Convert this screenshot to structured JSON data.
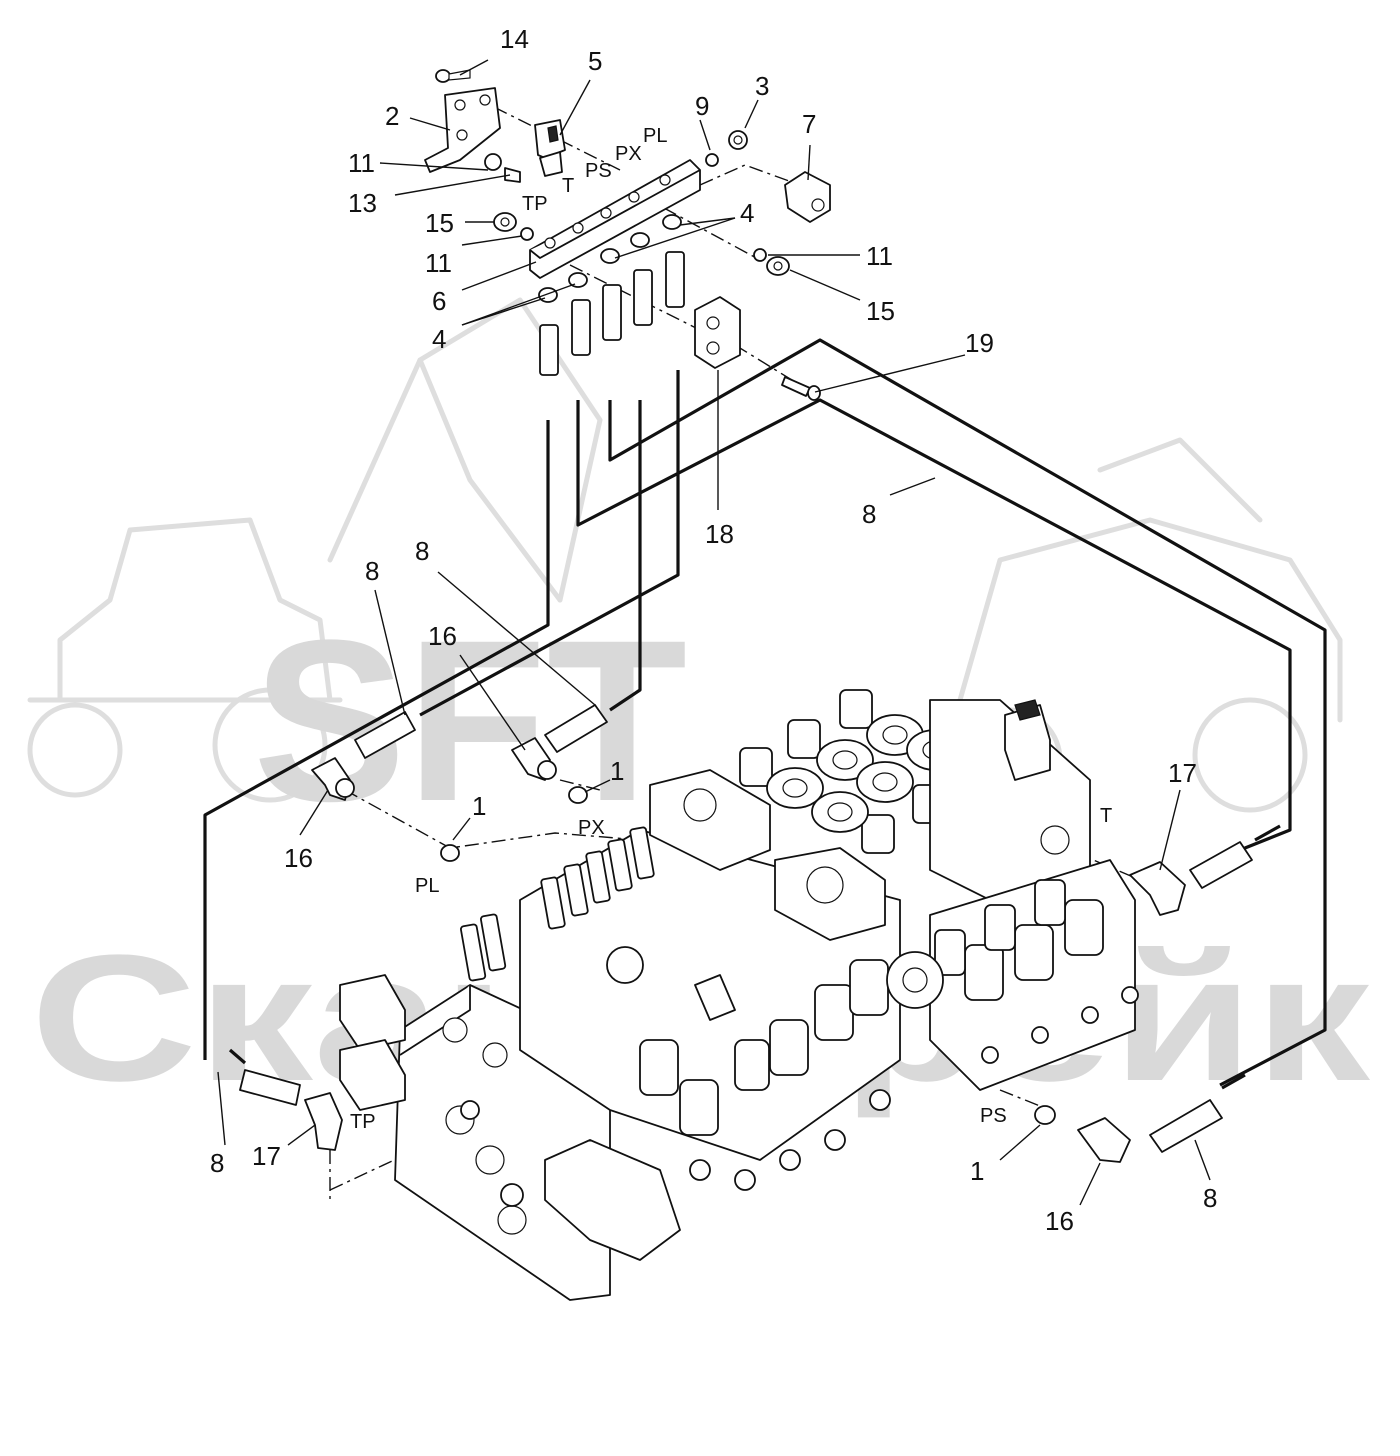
{
  "watermark": {
    "brand": "SFT",
    "subtitle": "Скандтрейк"
  },
  "callouts": [
    {
      "id": "c14",
      "text": "14"
    },
    {
      "id": "c5",
      "text": "5"
    },
    {
      "id": "c2",
      "text": "2"
    },
    {
      "id": "c9",
      "text": "9"
    },
    {
      "id": "c3",
      "text": "3"
    },
    {
      "id": "c7",
      "text": "7"
    },
    {
      "id": "c11a",
      "text": "11"
    },
    {
      "id": "c13",
      "text": "13"
    },
    {
      "id": "c15a",
      "text": "15"
    },
    {
      "id": "c11b",
      "text": "11"
    },
    {
      "id": "c6",
      "text": "6"
    },
    {
      "id": "c4a",
      "text": "4"
    },
    {
      "id": "c4b",
      "text": "4"
    },
    {
      "id": "c11c",
      "text": "11"
    },
    {
      "id": "c15b",
      "text": "15"
    },
    {
      "id": "c19",
      "text": "19"
    },
    {
      "id": "c18",
      "text": "18"
    },
    {
      "id": "c8a",
      "text": "8"
    },
    {
      "id": "c8b",
      "text": "8"
    },
    {
      "id": "c8c",
      "text": "8"
    },
    {
      "id": "c16a",
      "text": "16"
    },
    {
      "id": "c1a",
      "text": "1"
    },
    {
      "id": "c16b",
      "text": "16"
    },
    {
      "id": "c1b",
      "text": "1"
    },
    {
      "id": "c17a",
      "text": "17"
    },
    {
      "id": "c8d",
      "text": "8"
    },
    {
      "id": "c17b",
      "text": "17"
    },
    {
      "id": "c1c",
      "text": "1"
    },
    {
      "id": "c16c",
      "text": "16"
    },
    {
      "id": "c8e",
      "text": "8"
    }
  ],
  "ports": {
    "manifold": [
      "TP",
      "T",
      "PS",
      "PX",
      "PL"
    ],
    "valve_px": "PX",
    "valve_pl": "PL",
    "valve_t": "T",
    "valve_ps": "PS",
    "valve_tp": "TP"
  }
}
